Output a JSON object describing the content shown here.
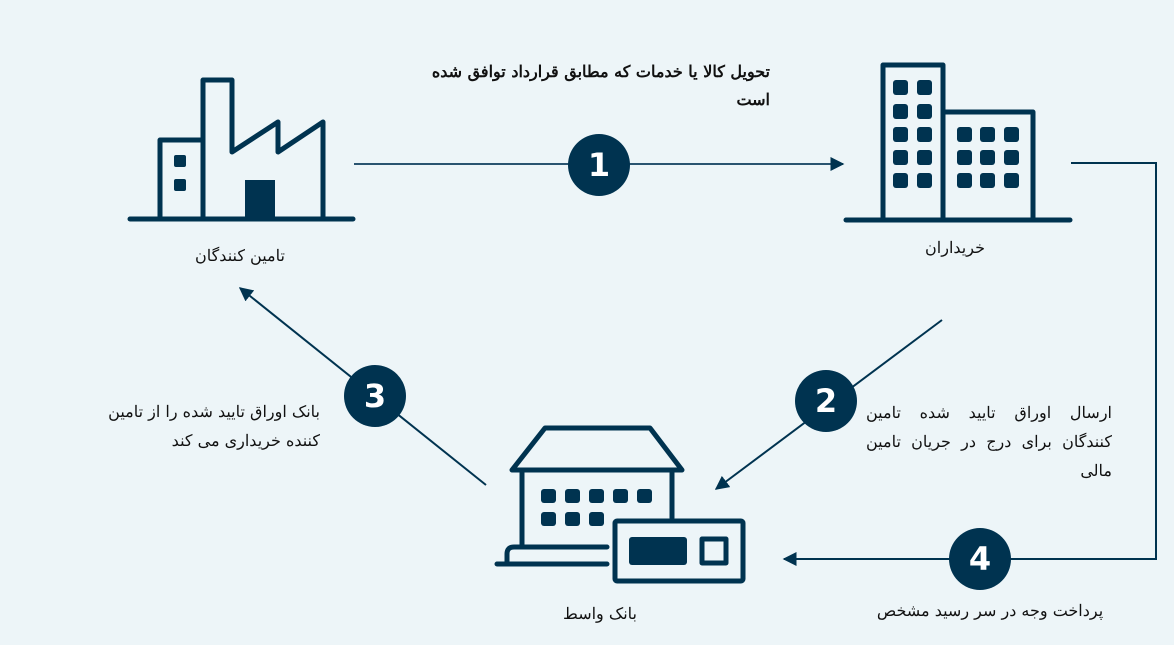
{
  "colors": {
    "background": "#edf5f8",
    "primary": "#003350",
    "text": "#111111",
    "step_number_text": "#ffffff"
  },
  "nodes": {
    "supplier": {
      "label": "تامین کنندگان",
      "icon": "factory-icon"
    },
    "buyer": {
      "label": "خریداران",
      "icon": "office-buildings-icon"
    },
    "bank": {
      "label": "بانک واسط",
      "icon": "bank-building-with-card-icon"
    }
  },
  "steps": [
    {
      "number": "1",
      "from": "supplier",
      "to": "buyer",
      "text": "تحویل  کالا یا خدمات که مطابق قرارداد توافق شده است"
    },
    {
      "number": "2",
      "from": "buyer",
      "to": "bank",
      "text": "ارسال اوراق تایید شده تامین کنندگان برای درج در جریان تامین مالی"
    },
    {
      "number": "3",
      "from": "bank",
      "to": "supplier",
      "text": "بانک اوراق تایید شده را از تامین کننده خریداری می کند"
    },
    {
      "number": "4",
      "from": "buyer",
      "to": "bank",
      "text": "پرداخت وجه در سر رسید مشخص"
    }
  ]
}
